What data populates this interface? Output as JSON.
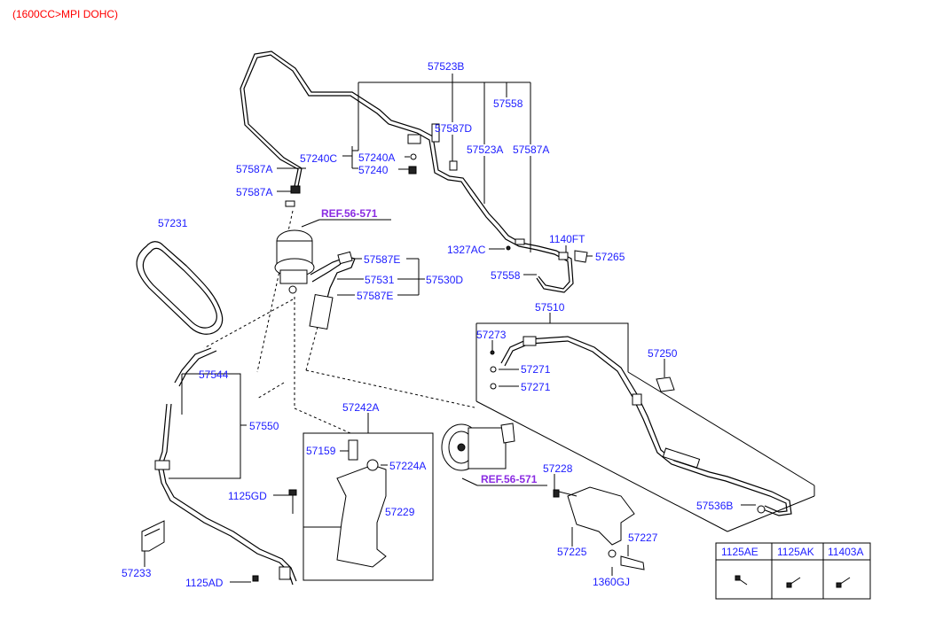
{
  "header": "(1600CC>MPI DOHC)",
  "labels": {
    "p57523B": "57523B",
    "p57558_top": "57558",
    "p57587D": "57587D",
    "p57523A": "57523A",
    "p57587A_right": "57587A",
    "p57240C": "57240C",
    "p57240A": "57240A",
    "p57240": "57240",
    "p57587A_1": "57587A",
    "p57587A_2": "57587A",
    "ref1": "REF.56-571",
    "p57231": "57231",
    "p1327AC": "1327AC",
    "p1140FT": "1140FT",
    "p57265": "57265",
    "p57587E_1": "57587E",
    "p57531": "57531",
    "p57530D": "57530D",
    "p57587E_2": "57587E",
    "p57558_mid": "57558",
    "p57510": "57510",
    "p57273": "57273",
    "p57250": "57250",
    "p57271_1": "57271",
    "p57271_2": "57271",
    "p57544": "57544",
    "p57550": "57550",
    "p57242A": "57242A",
    "p57159": "57159",
    "p57224A": "57224A",
    "ref2": "REF.56-571",
    "p57228": "57228",
    "p1125GD": "1125GD",
    "p57229": "57229",
    "p57536B": "57536B",
    "p57227": "57227",
    "p57225": "57225",
    "p57233": "57233",
    "p1360GJ": "1360GJ",
    "p1125AD": "1125AD"
  },
  "fastener_table": {
    "columns": [
      "1125AE",
      "1125AK",
      "11403A"
    ]
  }
}
